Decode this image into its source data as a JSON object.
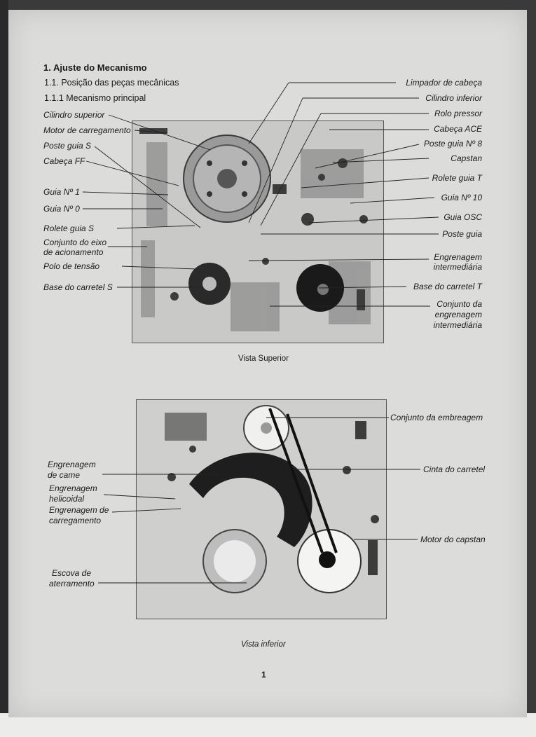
{
  "heading": {
    "title": "1. Ajuste do Mecanismo",
    "sub1": "1.1. Posição das peças mecânicas",
    "sub2": "1.1.1 Mecanismo principal"
  },
  "top_view": {
    "caption": "Vista Superior",
    "left_labels": {
      "cilindro_superior": "Cilindro superior",
      "motor_carregamento": "Motor de carregamento",
      "poste_guia_s": "Poste guia S",
      "cabeca_ff": "Cabeça FF",
      "guia_1": "Guia Nº 1",
      "guia_0": "Guia Nº 0",
      "rolete_guia_s": "Rolete guia S",
      "conjunto_eixo_1": "Conjunto do eixo",
      "conjunto_eixo_2": "de acionamento",
      "polo_tensao": "Polo de tensão",
      "base_carretel_s": "Base do carretel S"
    },
    "right_labels": {
      "limpador": "Limpador de cabeça",
      "cilindro_inferior": "Cilindro inferior",
      "rolo_pressor": "Rolo pressor",
      "cabeca_ace": "Cabeça ACE",
      "poste_guia_8": "Poste guia Nº 8",
      "capstan": "Capstan",
      "rolete_guia_t": "Rolete guia T",
      "guia_10": "Guia Nº 10",
      "guia_osc": "Guia OSC",
      "poste_guia": "Poste guia",
      "engrenagem_1": "Engrenagem",
      "engrenagem_2": "intermediária",
      "base_carretel_t": "Base do carretel T",
      "conj_engr_1": "Conjunto da",
      "conj_engr_2": "engrenagem",
      "conj_engr_3": "intermediária"
    }
  },
  "bottom_view": {
    "caption": "Vista inferior",
    "left_labels": {
      "engr_came_1": "Engrenagem",
      "engr_came_2": "de came",
      "engr_helic_1": "Engrenagem",
      "engr_helic_2": "helicoidal",
      "engr_carr_1": "Engrenagem de",
      "engr_carr_2": "carregamento",
      "escova_1": "Escova de",
      "escova_2": "aterramento"
    },
    "right_labels": {
      "embreagem": "Conjunto da embreagem",
      "cinta": "Cinta do carretel",
      "motor_capstan": "Motor do capstan"
    }
  },
  "page_number": "1",
  "colors": {
    "paper": "#dcdcda",
    "ink": "#1a1a1a",
    "metal": "#bdbdbd"
  }
}
